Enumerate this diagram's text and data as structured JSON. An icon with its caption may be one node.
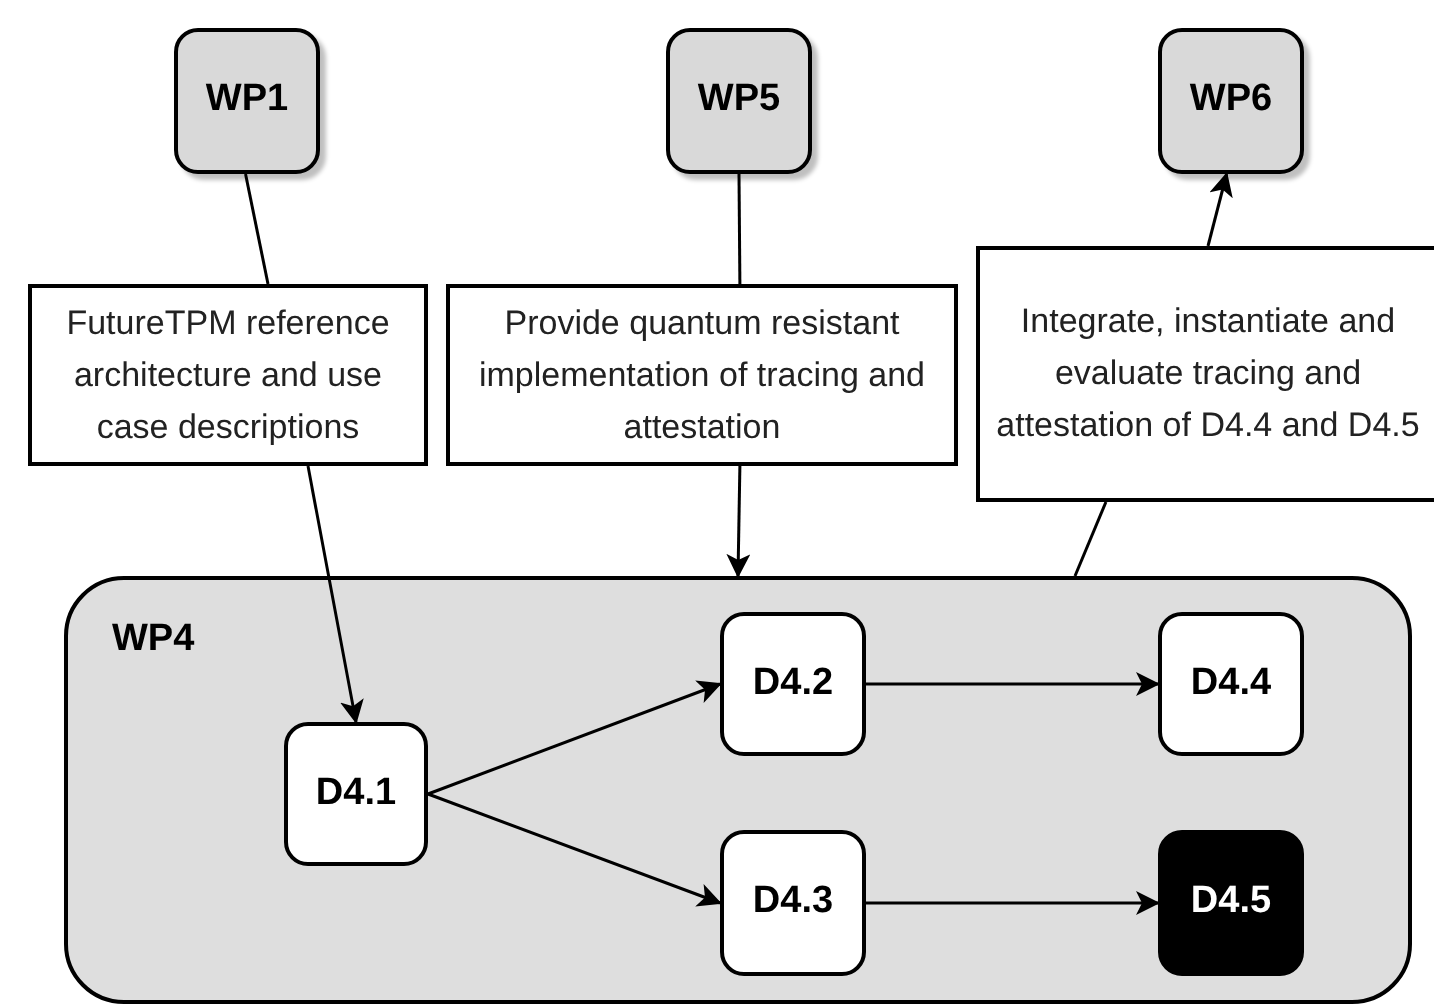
{
  "diagram": {
    "nodes": [
      {
        "text": [
          "WP1"
        ]
      },
      {
        "text": [
          "WP5"
        ]
      },
      {
        "text": [
          "WP6"
        ]
      },
      {
        "text": [
          "FutureTPM reference architecture and use case descriptions"
        ]
      },
      {
        "text": [
          "Provide quantum resistant implementation of tracing and attestation"
        ]
      },
      {
        "text": [
          "Integrate, instantiate and evaluate tracing and attestation of D4.4 and D4.5"
        ]
      },
      {
        "text": [
          "WP4"
        ]
      },
      {
        "text": [
          "D4.1"
        ],
        "in": 6
      },
      {
        "text": [
          "D4.2"
        ],
        "in": 6
      },
      {
        "text": [
          "D4.4"
        ],
        "in": 6
      },
      {
        "text": [
          "D4.3"
        ],
        "in": 6
      },
      {
        "text": [
          "D4.5"
        ],
        "in": 6
      }
    ],
    "edges": [
      {
        "from": 0,
        "to": 3,
        "arrow": "none"
      },
      {
        "from": 3,
        "to": 7,
        "arrow": "to"
      },
      {
        "from": 1,
        "to": 4,
        "arrow": "none"
      },
      {
        "from": 4,
        "to": 6,
        "arrow": "to"
      },
      {
        "from": 5,
        "to": 2,
        "arrow": "to"
      },
      {
        "from": 6,
        "to": 5,
        "arrow": "none"
      },
      {
        "from": 7,
        "to": 8,
        "arrow": "to"
      },
      {
        "from": 7,
        "to": 10,
        "arrow": "to"
      },
      {
        "from": 8,
        "to": 9,
        "arrow": "to"
      },
      {
        "from": 10,
        "to": 11,
        "arrow": "to"
      }
    ]
  }
}
